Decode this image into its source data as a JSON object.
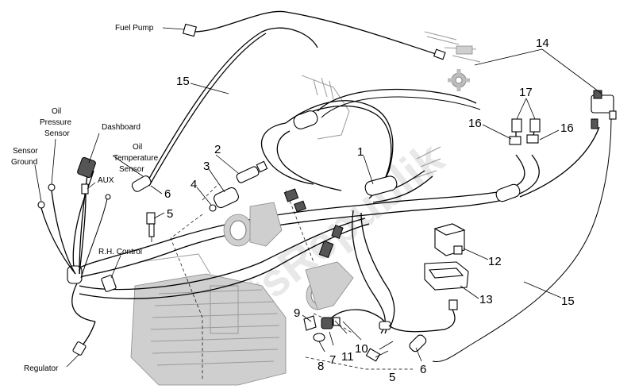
{
  "watermark": "PartsRepublik",
  "labels": {
    "fuel_pump": "Fuel Pump",
    "oil_pressure_line1": "Oil",
    "oil_pressure_line2": "Pressure",
    "oil_pressure_line3": "Sensor",
    "dashboard": "Dashboard",
    "sensor_ground_line1": "Sensor",
    "sensor_ground_line2": "Ground",
    "oil_temp_line1": "Oil",
    "oil_temp_line2": "Temperature",
    "oil_temp_line3": "Sensor",
    "aux": "AUX",
    "rh_control": "R.H. Control",
    "regulator": "Regulator"
  },
  "callouts": {
    "n1": "1",
    "n2": "2",
    "n3": "3",
    "n4": "4",
    "n5_left": "5",
    "n5_bottom": "5",
    "n6_left": "6",
    "n6_bottom": "6",
    "n7": "7",
    "n8": "8",
    "n9": "9",
    "n10": "10",
    "n11": "11",
    "n12": "12",
    "n13": "13",
    "n14": "14",
    "n15_top": "15",
    "n15_right": "15",
    "n16_left": "16",
    "n16_right": "16",
    "n17": "17"
  },
  "icons": {
    "gear": "gear-icon"
  }
}
